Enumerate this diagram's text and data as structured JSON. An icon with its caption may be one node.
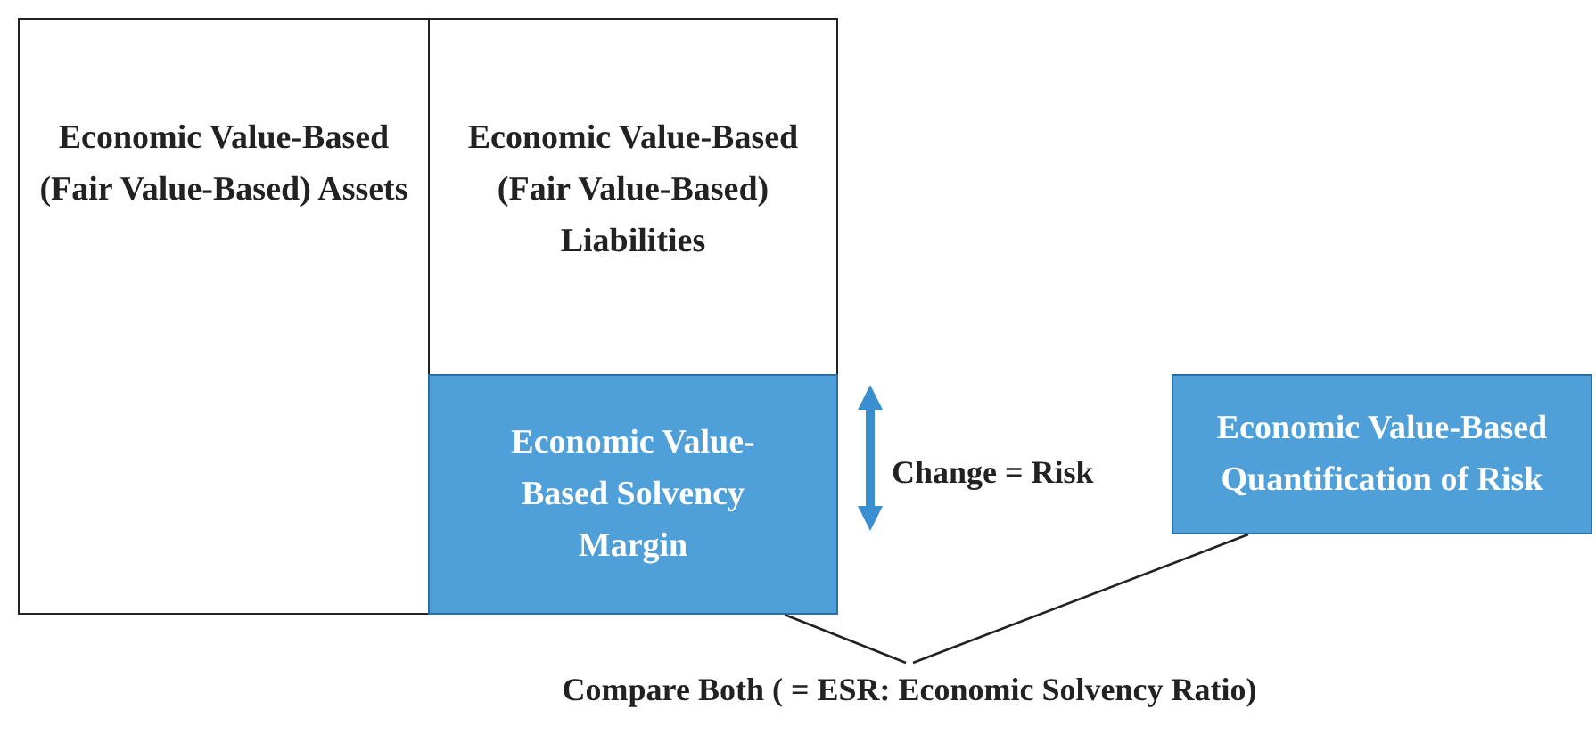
{
  "diagram": {
    "nodes": [
      {
        "text": [
          "Economic Value-Based (Fair Value-Based) Assets"
        ]
      },
      {
        "text": [
          "Economic Value-Based (Fair Value-Based) Liabilities"
        ]
      },
      {
        "text": [
          "Economic Value-Based Solvency Margin"
        ]
      },
      {
        "text": [
          "Economic Value-Based Quantification of Risk"
        ]
      },
      {
        "text": [
          "Compare Both ( = ESR: Economic Solvency Ratio)"
        ]
      }
    ],
    "edges": [
      {
        "from": 2,
        "to": 4,
        "arrow": "none"
      },
      {
        "from": 3,
        "to": 4,
        "arrow": "none"
      }
    ],
    "labels": [
      "Change = Risk"
    ]
  }
}
